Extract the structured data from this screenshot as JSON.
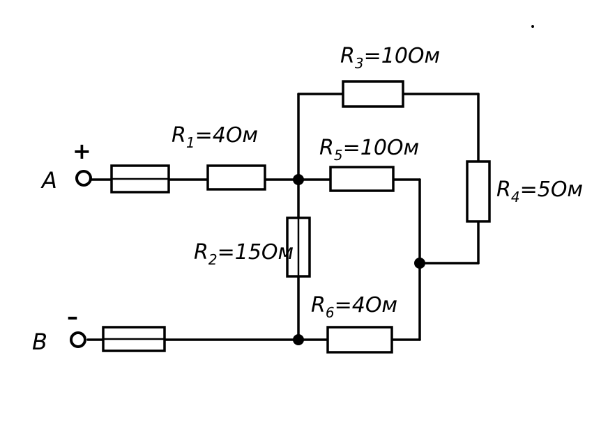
{
  "terminals": {
    "a": {
      "label": "A",
      "sign": "+"
    },
    "b": {
      "label": "B",
      "sign": "–"
    }
  },
  "resistors": {
    "r1": {
      "name": "R",
      "index": "1",
      "value": "=4Ом"
    },
    "r2": {
      "name": "R",
      "index": "2",
      "value": "=15Ом"
    },
    "r3": {
      "name": "R",
      "index": "3",
      "value": "=10Ом"
    },
    "r4": {
      "name": "R",
      "index": "4",
      "value": "=5Ом"
    },
    "r5": {
      "name": "R",
      "index": "5",
      "value": "=10Ом"
    },
    "r6": {
      "name": "R",
      "index": "6",
      "value": "=4Ом"
    }
  },
  "colors": {
    "ink": "#000000",
    "paper": "#ffffff"
  }
}
